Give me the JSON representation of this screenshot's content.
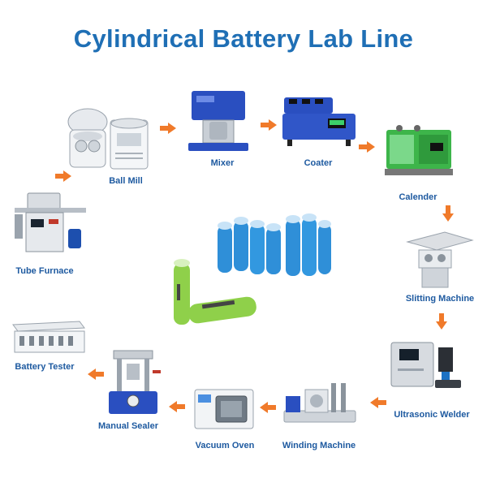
{
  "title": "Cylindrical Battery Lab Line",
  "colors": {
    "title": "#1f6fb5",
    "label": "#1e5aa0",
    "arrow": "#f07a2a",
    "cell_blue": "#2f8fd8",
    "cell_green": "#8fd04a"
  },
  "stages": {
    "ball_mill": "Ball Mill",
    "mixer": "Mixer",
    "coater": "Coater",
    "calender": "Calender",
    "slitting_machine": "Slitting Machine",
    "ultrasonic_welder": "Ultrasonic Welder",
    "winding_machine": "Winding Machine",
    "vacuum_oven": "Vacuum Oven",
    "manual_sealer": "Manual Sealer",
    "battery_tester": "Battery Tester",
    "tube_furnace": "Tube Furnace"
  },
  "icons": {
    "flow_arrow": "arrow-icon",
    "product": "cylindrical-cells"
  }
}
